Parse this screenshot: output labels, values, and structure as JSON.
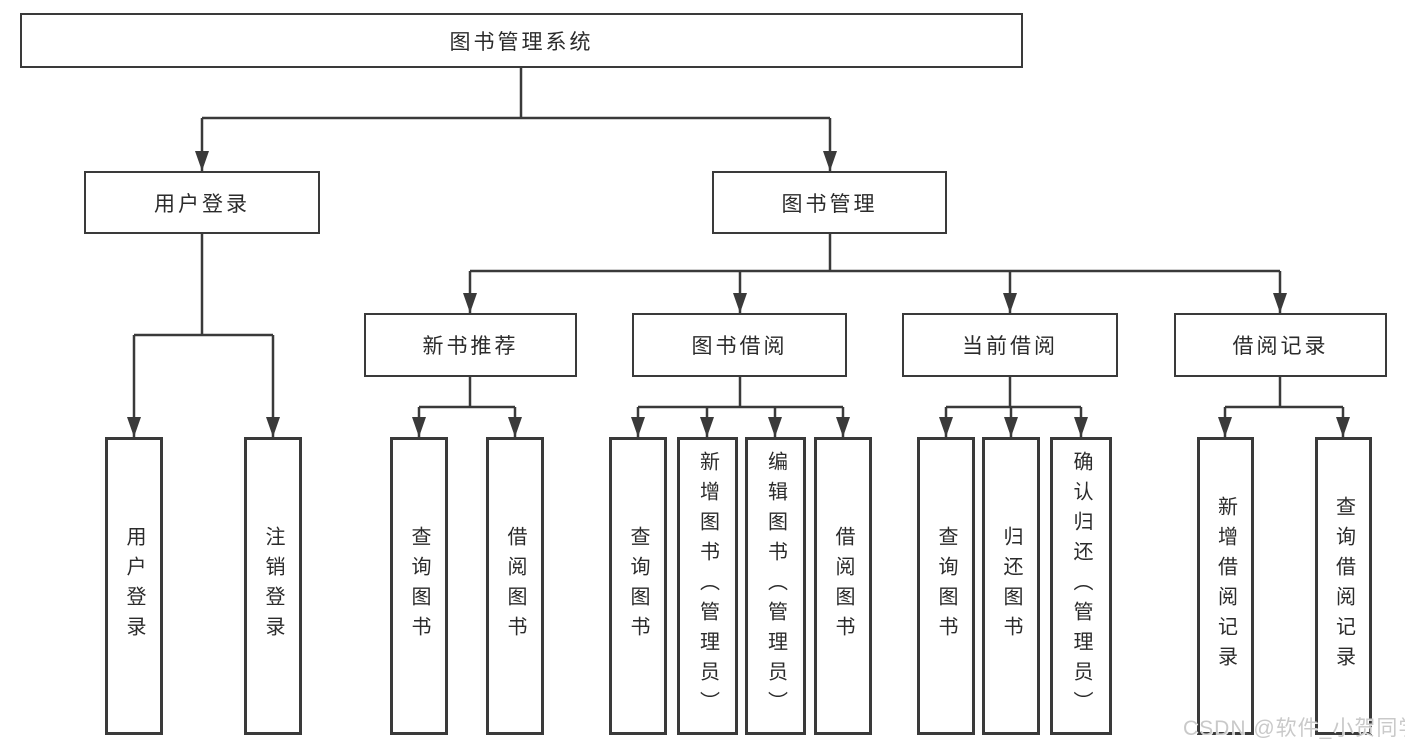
{
  "colors": {
    "line": "#3a3a3a",
    "box_border": "#3a3a3a",
    "text": "#2b2b2b",
    "background": "#ffffff",
    "watermark_text": "#c9c9c9"
  },
  "watermark": "CSDN @软件_小贺同学",
  "tree": {
    "label": "图书管理系统",
    "children": [
      {
        "label": "用户登录",
        "children": [
          {
            "label": "用户登录"
          },
          {
            "label": "注销登录"
          }
        ]
      },
      {
        "label": "图书管理",
        "children": [
          {
            "label": "新书推荐",
            "children": [
              {
                "label": "查询图书"
              },
              {
                "label": "借阅图书"
              }
            ]
          },
          {
            "label": "图书借阅",
            "children": [
              {
                "label": "查询图书"
              },
              {
                "label": "新增图书（管理员）"
              },
              {
                "label": "编辑图书（管理员）"
              },
              {
                "label": "借阅图书"
              }
            ]
          },
          {
            "label": "当前借阅",
            "children": [
              {
                "label": "查询图书"
              },
              {
                "label": "归还图书"
              },
              {
                "label": "确认归还（管理员）"
              }
            ]
          },
          {
            "label": "借阅记录",
            "children": [
              {
                "label": "新增借阅记录"
              },
              {
                "label": "查询借阅记录"
              }
            ]
          }
        ]
      }
    ]
  }
}
